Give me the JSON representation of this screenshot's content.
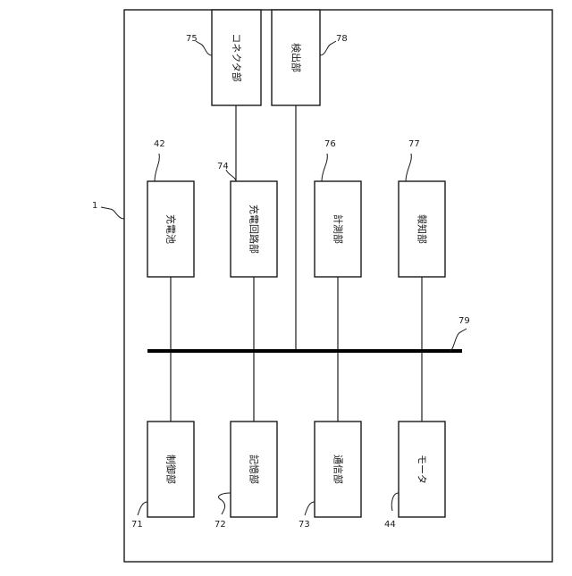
{
  "device_ref": "1",
  "bus_ref": "79",
  "blocks": {
    "connector": {
      "label": "コネクタ部",
      "ref": "75"
    },
    "detector": {
      "label": "検出部",
      "ref": "78"
    },
    "battery": {
      "label": "充電池",
      "ref": "42"
    },
    "charging_circuit": {
      "label": "充電回路部",
      "ref": "74"
    },
    "measurement": {
      "label": "計測部",
      "ref": "76"
    },
    "notification": {
      "label": "報知部",
      "ref": "77"
    },
    "controller": {
      "label": "制御部",
      "ref": "71"
    },
    "storage": {
      "label": "記憶部",
      "ref": "72"
    },
    "communication": {
      "label": "通信部",
      "ref": "73"
    },
    "motor": {
      "label": "モータ",
      "ref": "44"
    }
  }
}
